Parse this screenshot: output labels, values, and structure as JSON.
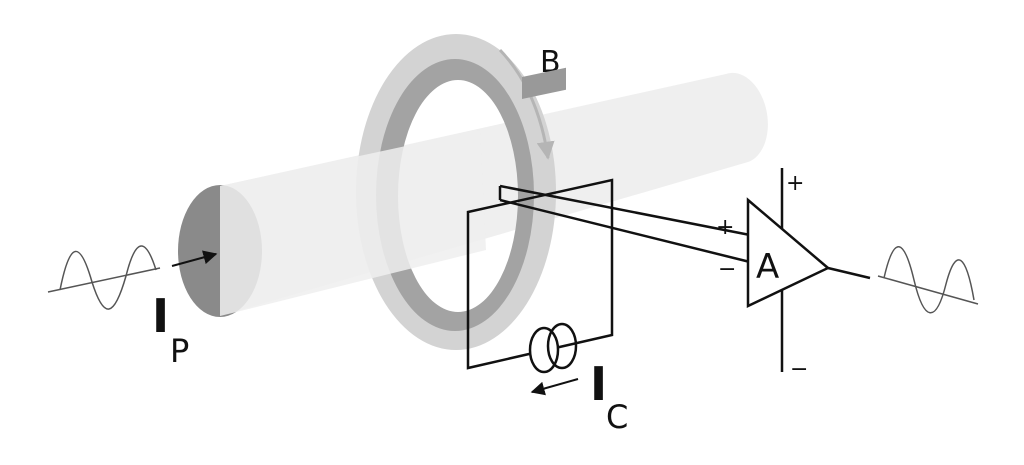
{
  "labels": {
    "field": "B",
    "amplifier": "A",
    "primary_current_symbol": "I",
    "primary_current_subscript": "P",
    "compensation_current_symbol": "I",
    "compensation_current_subscript": "C",
    "input_plus": "+",
    "input_minus": "−",
    "supply_plus": "+",
    "supply_minus": "−"
  },
  "colors": {
    "conductor_body": "#efefef",
    "conductor_face": "#8a8a8a",
    "core_outer": "#d3d3d3",
    "core_inner": "#a3a3a3",
    "field_arrow": "#b5b5b5",
    "sensor": "#999999",
    "line": "#111111",
    "signal": "#555555"
  },
  "icons": {
    "input_signal": "sine-wave-icon",
    "output_signal": "sine-wave-icon",
    "current_source": "current-source-icon"
  }
}
